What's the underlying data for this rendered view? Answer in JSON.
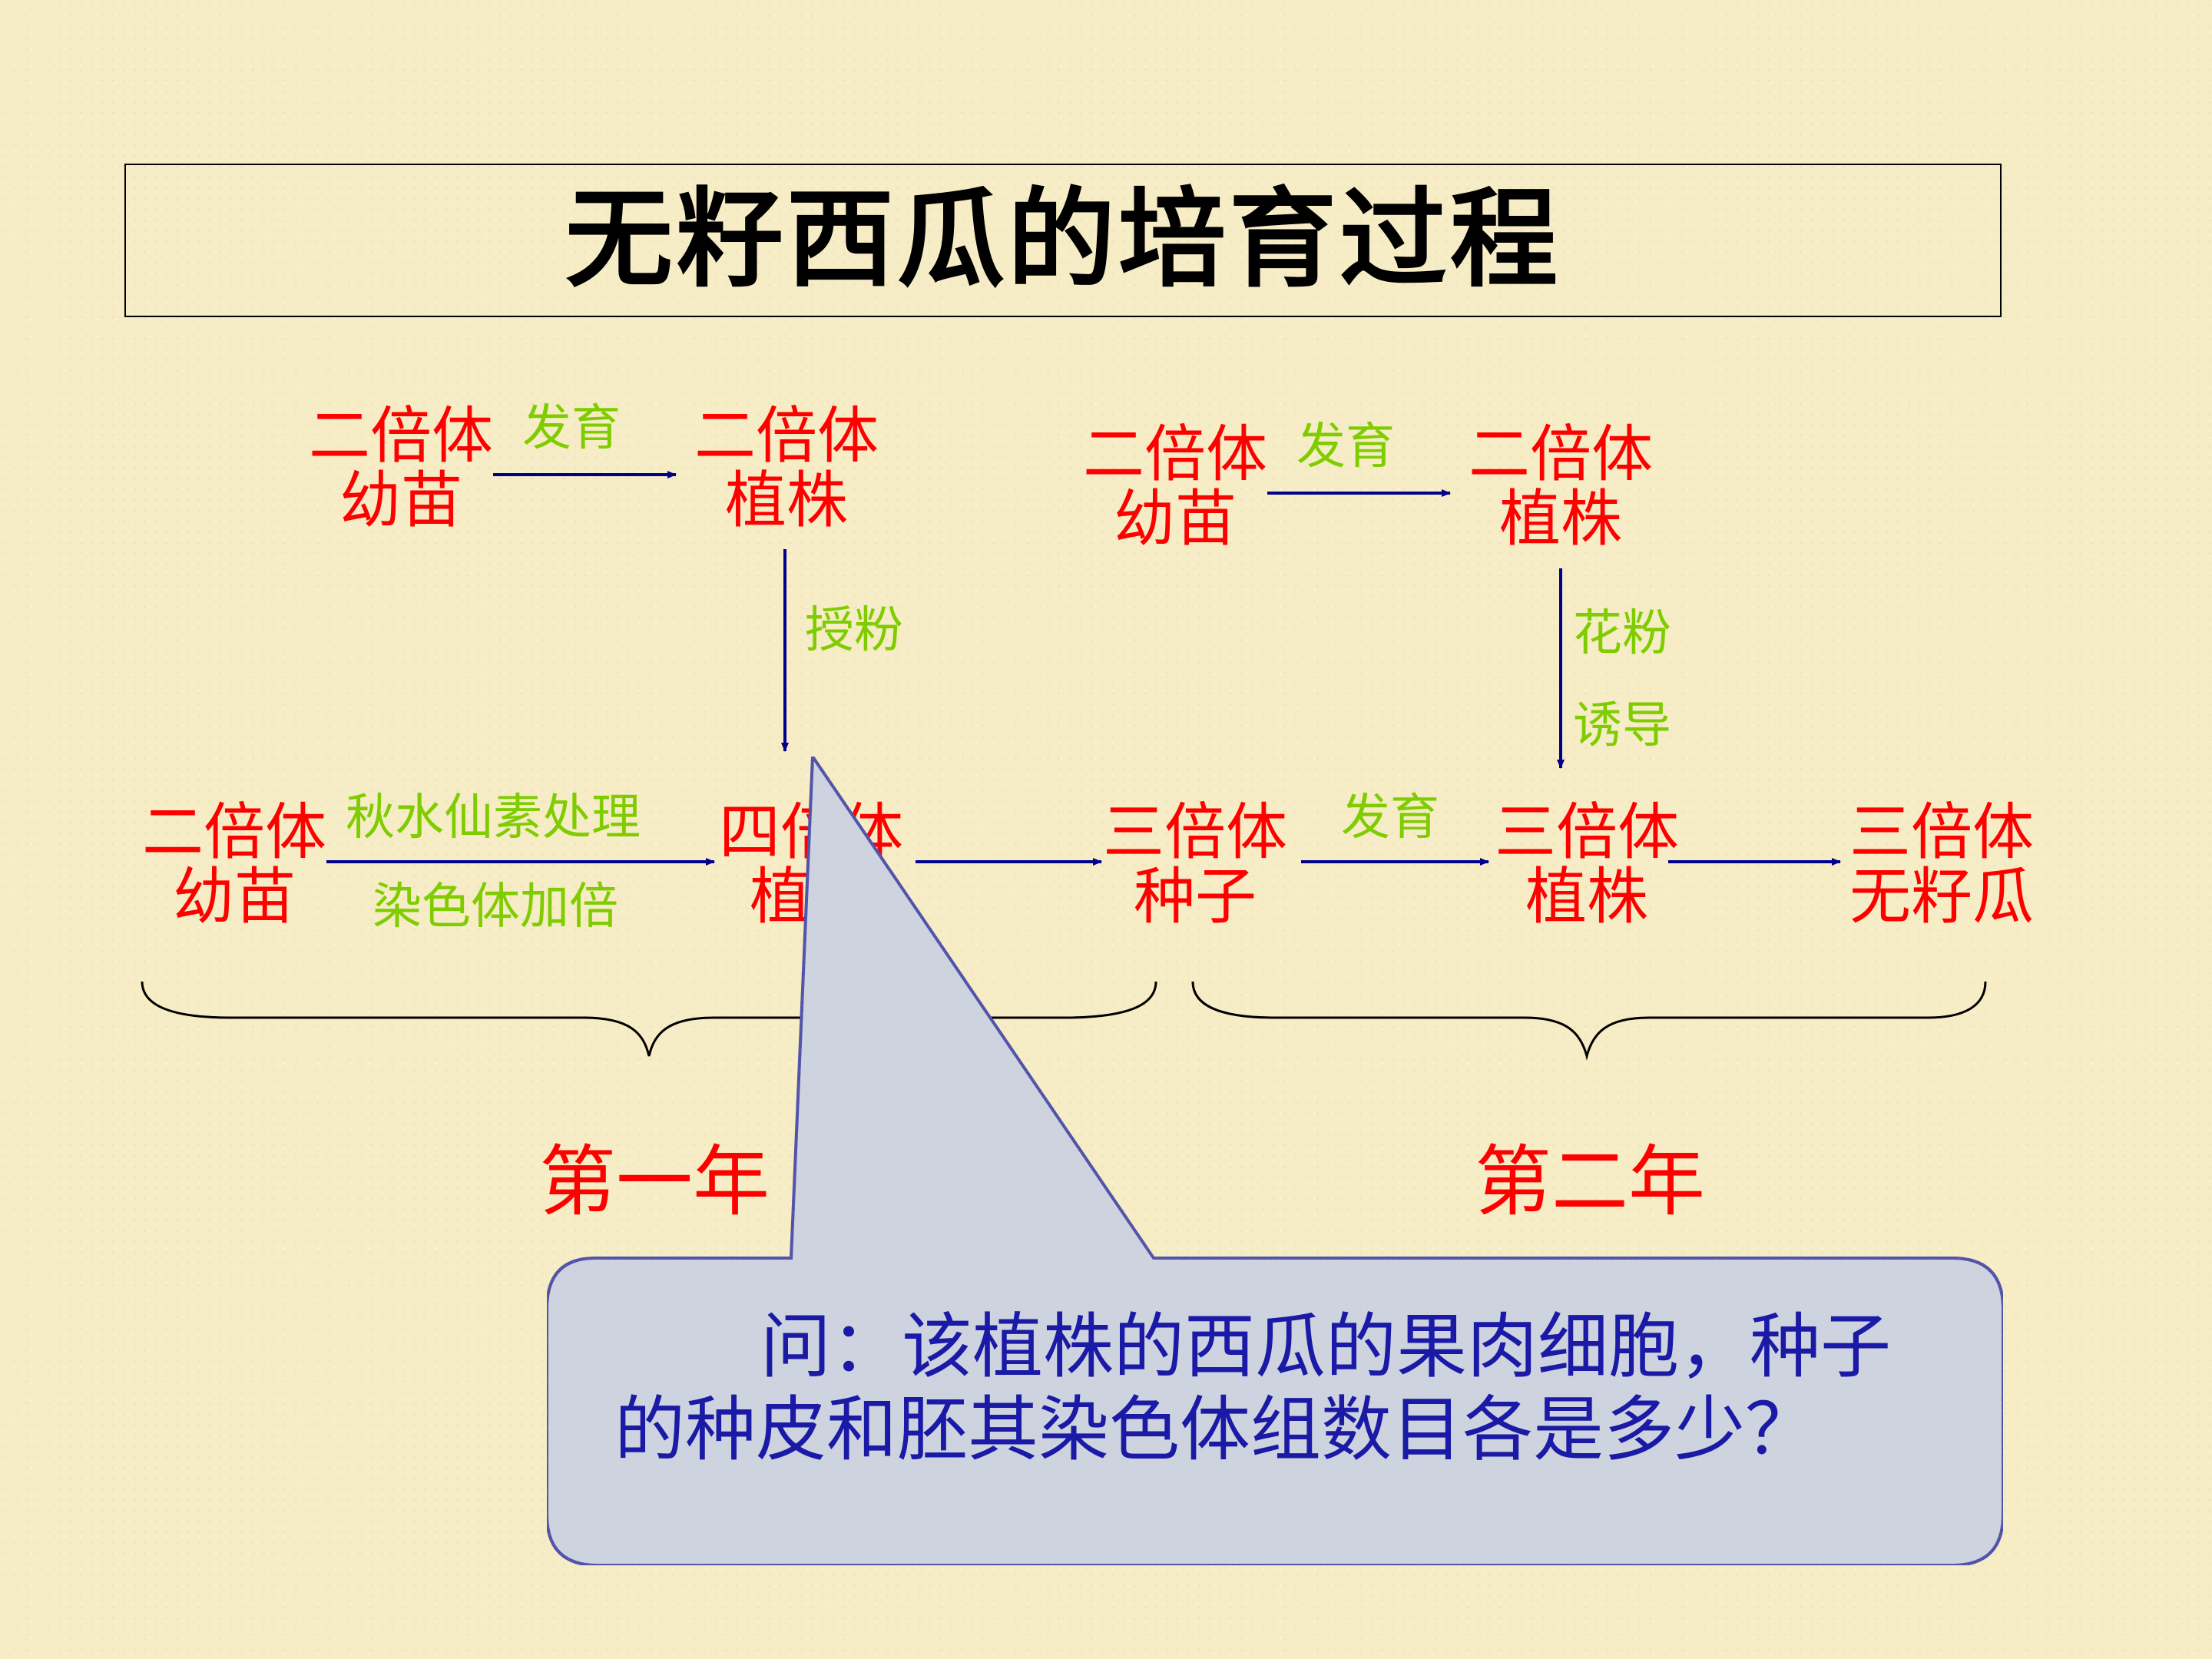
{
  "title": "无籽西瓜的培育过程",
  "year1": {
    "top_left": {
      "line1": "二倍体",
      "line2": "幼苗"
    },
    "top_right": {
      "line1": "二倍体",
      "line2": "植株"
    },
    "develop_label": "发育",
    "pollinate_label": "授粉",
    "bottom_left": {
      "line1": "二倍体",
      "line2": "幼苗"
    },
    "treat_label": "秋水仙素处理",
    "double_label": "染色体加倍",
    "tetraploid": {
      "line1": "四倍体",
      "line2": "植株"
    },
    "caption": "第一年"
  },
  "year2": {
    "top_left": {
      "line1": "二倍体",
      "line2": "幼苗"
    },
    "top_right": {
      "line1": "二倍体",
      "line2": "植株"
    },
    "develop_label": "发育",
    "pollen_label": "花粉",
    "induce_label": "诱导",
    "seed": {
      "line1": "三倍体",
      "line2": "种子"
    },
    "develop_label2": "发育",
    "plant": {
      "line1": "三倍体",
      "line2": "植株"
    },
    "melon": {
      "line1": "三倍体",
      "line2": "无籽瓜"
    },
    "caption": "第二年"
  },
  "callout": {
    "line1": "问：该植株的西瓜的果肉细胞，种子",
    "line2": "的种皮和胚其染色体组数目各是多少？"
  },
  "colors": {
    "node": "#ff0000",
    "label": "#7fcc00",
    "arrow": "#00008b",
    "callout_text": "#1a1aa6",
    "callout_fill": "#d3d9e5",
    "callout_border": "#1a1aa6"
  }
}
